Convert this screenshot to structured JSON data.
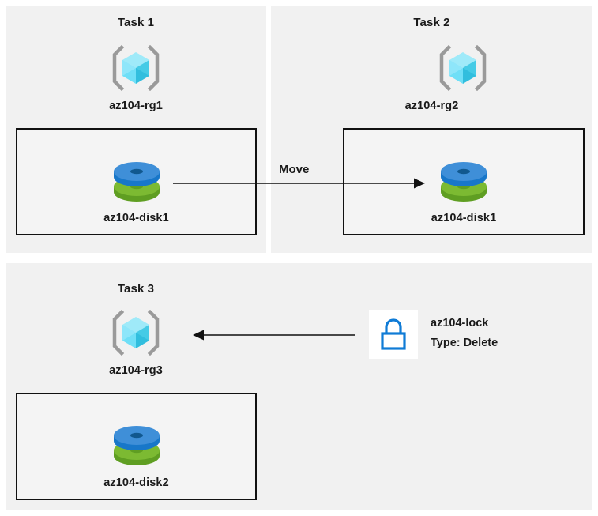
{
  "diagram": {
    "background_color": "#ffffff",
    "panel_color": "#f1f1f1",
    "box_border_color": "#111111",
    "text_color": "#1a1a1a"
  },
  "panels": [
    {
      "id": "task1",
      "title": "Task 1",
      "resource_group": {
        "label": "az104-rg1",
        "icon": "azure-resource-group-icon"
      },
      "resource": {
        "label": "az104-disk1",
        "icon": "azure-disk-icon"
      }
    },
    {
      "id": "task2",
      "title": "Task 2",
      "resource_group": {
        "label": "az104-rg2",
        "icon": "azure-resource-group-icon"
      },
      "resource": {
        "label": "az104-disk1",
        "icon": "azure-disk-icon"
      }
    },
    {
      "id": "task3",
      "title": "Task 3",
      "resource_group": {
        "label": "az104-rg3",
        "icon": "azure-resource-group-icon"
      },
      "resource": {
        "label": "az104-disk2",
        "icon": "azure-disk-icon"
      }
    }
  ],
  "connectors": {
    "move": {
      "label": "Move",
      "direction": "right",
      "from": "az104-disk1 (az104-rg1)",
      "to": "az104-disk1 (az104-rg2)"
    },
    "lock_applies": {
      "direction": "left",
      "from": "az104-lock",
      "to": "az104-rg3"
    }
  },
  "lock": {
    "icon": "lock-icon",
    "name": "az104-lock",
    "type_line": "Type: Delete",
    "accent_color": "#0f7bd6"
  },
  "icon_colors": {
    "rg_bracket": "#9a9a9a",
    "rg_cube_top": "#9feaf9",
    "rg_cube_left": "#5fd9f5",
    "rg_cube_right": "#31bede",
    "disk_blue_top": "#3f8fd8",
    "disk_blue_side": "#1877c9",
    "disk_green_top": "#7cba32",
    "disk_green_side": "#5f9e22"
  }
}
